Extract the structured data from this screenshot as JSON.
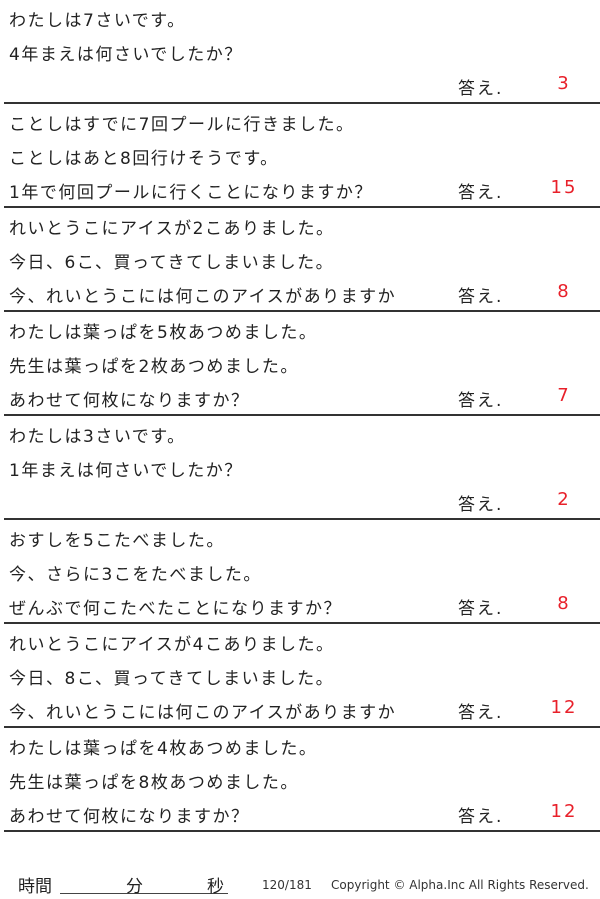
{
  "answer_label": "答え.",
  "problems": [
    {
      "lines": [
        "わたしは7さいです。",
        "4年まえは何さいでしたか？",
        ""
      ],
      "answer": "3"
    },
    {
      "lines": [
        "ことしはすでに7回プールに行きました。",
        "ことしはあと8回行けそうです。",
        "1年で何回プールに行くことになりますか？"
      ],
      "answer": "15"
    },
    {
      "lines": [
        "れいとうこにアイスが2こありました。",
        "今日、6こ、買ってきてしまいました。",
        "今、れいとうこには何このアイスがありますか"
      ],
      "answer": "8"
    },
    {
      "lines": [
        "わたしは葉っぱを5枚あつめました。",
        "先生は葉っぱを2枚あつめました。",
        "あわせて何枚になりますか？"
      ],
      "answer": "7"
    },
    {
      "lines": [
        "わたしは3さいです。",
        "1年まえは何さいでしたか？",
        ""
      ],
      "answer": "2"
    },
    {
      "lines": [
        "おすしを5こたべました。",
        "今、さらに3こをたべました。",
        "ぜんぶで何こたべたことになりますか？"
      ],
      "answer": "8"
    },
    {
      "lines": [
        "れいとうこにアイスが4こありました。",
        "今日、8こ、買ってきてしまいました。",
        "今、れいとうこには何このアイスがありますか"
      ],
      "answer": "12"
    },
    {
      "lines": [
        "わたしは葉っぱを4枚あつめました。",
        "先生は葉っぱを8枚あつめました。",
        "あわせて何枚になりますか？"
      ],
      "answer": "12"
    }
  ],
  "footer": {
    "time_label": "時間",
    "minutes_label": "分",
    "seconds_label": "秒",
    "page": "120/181",
    "copyright": "Copyright ©  Alpha.Inc All Rights Reserved."
  },
  "colors": {
    "answer": "#e8202a"
  }
}
